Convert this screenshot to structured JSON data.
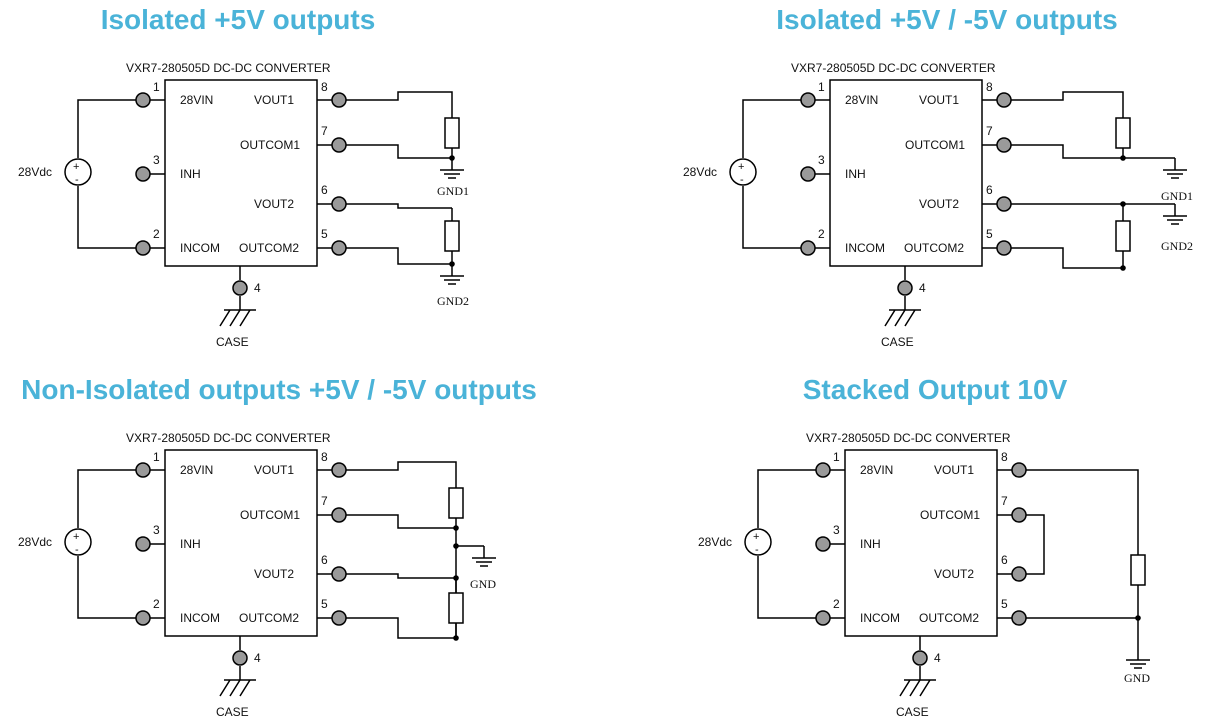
{
  "theme": {
    "title_color": "#4ab3d8",
    "terminal_fill": "#9a9a9a"
  },
  "diagrams": [
    {
      "title": "Isolated +5V outputs",
      "converter": "VXR7-280505D DC-DC CONVERTER",
      "source": "28Vdc",
      "pins": {
        "vin": "28VIN",
        "inh": "INH",
        "incom": "INCOM",
        "vout1": "VOUT1",
        "outcom1": "OUTCOM1",
        "vout2": "VOUT2",
        "outcom2": "OUTCOM2"
      },
      "pin_numbers": {
        "p1": "1",
        "p2": "2",
        "p3": "3",
        "p4": "4",
        "p5": "5",
        "p6": "6",
        "p7": "7",
        "p8": "8"
      },
      "case": "CASE",
      "grounds": [
        "GND1",
        "GND2"
      ]
    },
    {
      "title": "Isolated +5V / -5V outputs",
      "converter": "VXR7-280505D DC-DC CONVERTER",
      "source": "28Vdc",
      "pins": {
        "vin": "28VIN",
        "inh": "INH",
        "incom": "INCOM",
        "vout1": "VOUT1",
        "outcom1": "OUTCOM1",
        "vout2": "VOUT2",
        "outcom2": "OUTCOM2"
      },
      "pin_numbers": {
        "p1": "1",
        "p2": "2",
        "p3": "3",
        "p4": "4",
        "p5": "5",
        "p6": "6",
        "p7": "7",
        "p8": "8"
      },
      "case": "CASE",
      "grounds": [
        "GND1",
        "GND2"
      ]
    },
    {
      "title": "Non-Isolated outputs +5V / -5V outputs",
      "converter": "VXR7-280505D DC-DC CONVERTER",
      "source": "28Vdc",
      "pins": {
        "vin": "28VIN",
        "inh": "INH",
        "incom": "INCOM",
        "vout1": "VOUT1",
        "outcom1": "OUTCOM1",
        "vout2": "VOUT2",
        "outcom2": "OUTCOM2"
      },
      "pin_numbers": {
        "p1": "1",
        "p2": "2",
        "p3": "3",
        "p4": "4",
        "p5": "5",
        "p6": "6",
        "p7": "7",
        "p8": "8"
      },
      "case": "CASE",
      "grounds": [
        "GND"
      ]
    },
    {
      "title": "Stacked Output 10V",
      "converter": "VXR7-280505D DC-DC CONVERTER",
      "source": "28Vdc",
      "pins": {
        "vin": "28VIN",
        "inh": "INH",
        "incom": "INCOM",
        "vout1": "VOUT1",
        "outcom1": "OUTCOM1",
        "vout2": "VOUT2",
        "outcom2": "OUTCOM2"
      },
      "pin_numbers": {
        "p1": "1",
        "p2": "2",
        "p3": "3",
        "p4": "4",
        "p5": "5",
        "p6": "6",
        "p7": "7",
        "p8": "8"
      },
      "case": "CASE",
      "grounds": [
        "GND"
      ]
    }
  ]
}
